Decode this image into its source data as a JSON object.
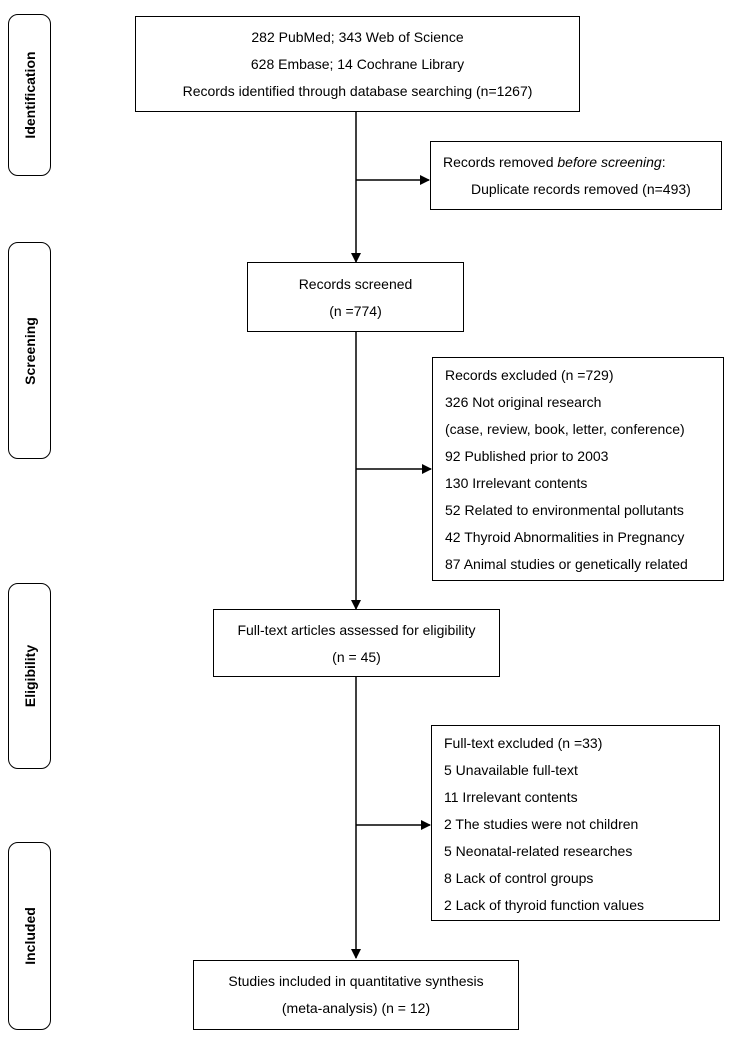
{
  "phases": {
    "identification": "Identification",
    "screening": "Screening",
    "eligibility": "Eligibility",
    "included": "Included"
  },
  "identified": {
    "lines": [
      "282 PubMed; 343 Web of Science",
      "628 Embase; 14 Cochrane Library",
      "Records identified through database searching (n=1267)"
    ]
  },
  "removed": {
    "title_prefix": "Records removed ",
    "title_italic": "before screening",
    "title_suffix": ":",
    "detail": "Duplicate records removed (n=493)"
  },
  "screened": {
    "lines": [
      "Records screened",
      "(n =774)"
    ]
  },
  "excluded": {
    "lines": [
      "Records excluded (n =729)",
      "326 Not original research",
      "(case, review, book, letter, conference)",
      "92 Published prior to 2003",
      "130 Irrelevant contents",
      "52 Related to environmental pollutants",
      "42 Thyroid Abnormalities in Pregnancy",
      "87 Animal studies or genetically related"
    ]
  },
  "fulltext": {
    "lines": [
      "Full-text articles assessed for eligibility",
      "(n = 45)"
    ]
  },
  "fulltext_excluded": {
    "lines": [
      "Full-text excluded (n =33)",
      "5 Unavailable full-text",
      "11 Irrelevant contents",
      "2 The studies were not children",
      "5 Neonatal-related researches",
      "8 Lack of control groups",
      "2 Lack of thyroid function values"
    ]
  },
  "included": {
    "lines": [
      "Studies included in quantitative synthesis",
      "(meta-analysis) (n = 12)"
    ]
  }
}
